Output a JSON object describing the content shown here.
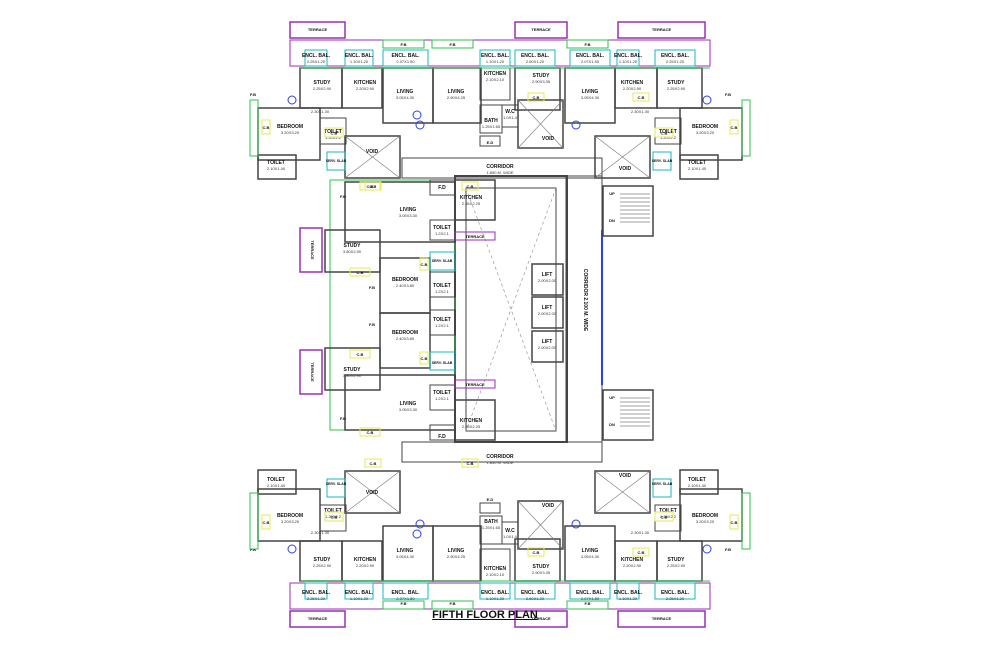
{
  "title": "FIFTH FLOOR PLAN",
  "colors": {
    "wall": "#444444",
    "purple": "#9a2fb5",
    "green": "#33c24d",
    "cyan": "#19b6c6",
    "blue": "#2c3ff0",
    "orange": "#e08a2c",
    "yellow": "#e9e84f"
  },
  "labels": {
    "terrace": "TERRACE",
    "fb": "F.B",
    "encl_bal": "ENCL. BAL.",
    "study": "STUDY",
    "kitchen": "KITCHEN",
    "living": "LIVING",
    "bedroom": "BEDROOM",
    "toilet": "TOILET",
    "void": "VOID",
    "bath": "BATH",
    "wc": "W.C",
    "ed": "E.D",
    "fd": "F.D",
    "cb": "C.B",
    "serv_slab": "SERV. SLAB",
    "lift": "LIFT",
    "up": "UP",
    "dn": "DN",
    "corridor": "CORRIDOR",
    "corridor_h_width": "1.850 M. WIDE",
    "corridor_v": "CORRIDOR 2.100 M. WIDE"
  },
  "dims": {
    "encl_a": "2.25X1.20",
    "encl_b": "1.10X1.20",
    "encl_c": "2.07X1.50",
    "encl_d": "2.60X1.20",
    "encl_e": "2.05X1.50",
    "study_a": "2.25X2.90",
    "study_b": "2.90X3.35",
    "study_c": "3.80X2.90",
    "kitchen_a": "2.20X2.90",
    "kitchen_b": "2.10X2.10",
    "kitchen_c": "2.65X2.25",
    "living_a": "3.05X4.30",
    "living_b": "2.90X4.25",
    "living_c": "3.05X3.30",
    "bedroom_a": "3.20X3.20",
    "bedroom_b": "2.40X3.80",
    "toilet_a": "2.10X1.40",
    "toilet_b": "1.20X2.2",
    "toilet_c": "1.2X2.1",
    "bath": "1.25X1.65",
    "wc": "1.0X1.4",
    "dim_230": "2.30X1.30",
    "lift": "2.00X2.00"
  }
}
